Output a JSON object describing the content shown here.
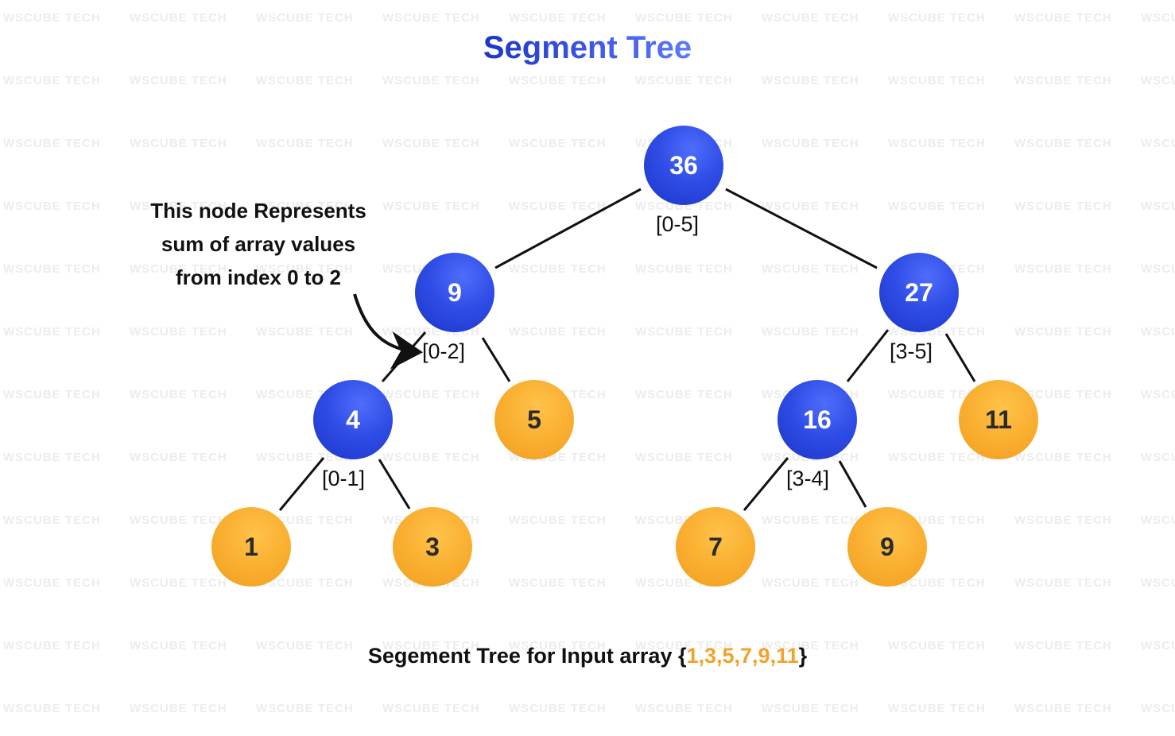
{
  "title": "Segment Tree",
  "colors": {
    "internal_node": "#2440d8",
    "leaf_node": "#f9ad2e",
    "title_gradient_start": "#1d35c8",
    "title_gradient_end": "#5d79ff",
    "array_highlight": "#f2a22a"
  },
  "watermark_text": "WsCube Tech",
  "nodes": {
    "root": {
      "value": "36",
      "range": "[0-5]"
    },
    "left": {
      "value": "9",
      "range": "[0-2]"
    },
    "right": {
      "value": "27",
      "range": "[3-5]"
    },
    "left_left": {
      "value": "4",
      "range": "[0-1]"
    },
    "left_right": {
      "value": "5"
    },
    "right_left": {
      "value": "16",
      "range": "[3-4]"
    },
    "right_right": {
      "value": "11"
    },
    "leaf_1": {
      "value": "1"
    },
    "leaf_3": {
      "value": "3"
    },
    "leaf_7": {
      "value": "7"
    },
    "leaf_9": {
      "value": "9"
    }
  },
  "annotation": {
    "lines": [
      "This node Represents",
      "sum of array values",
      "from index 0 to 2"
    ]
  },
  "caption": {
    "prefix": "Segement Tree for Input array ",
    "open_brace": "{",
    "array": "1,3,5,7,9,11",
    "close_brace": "}"
  }
}
